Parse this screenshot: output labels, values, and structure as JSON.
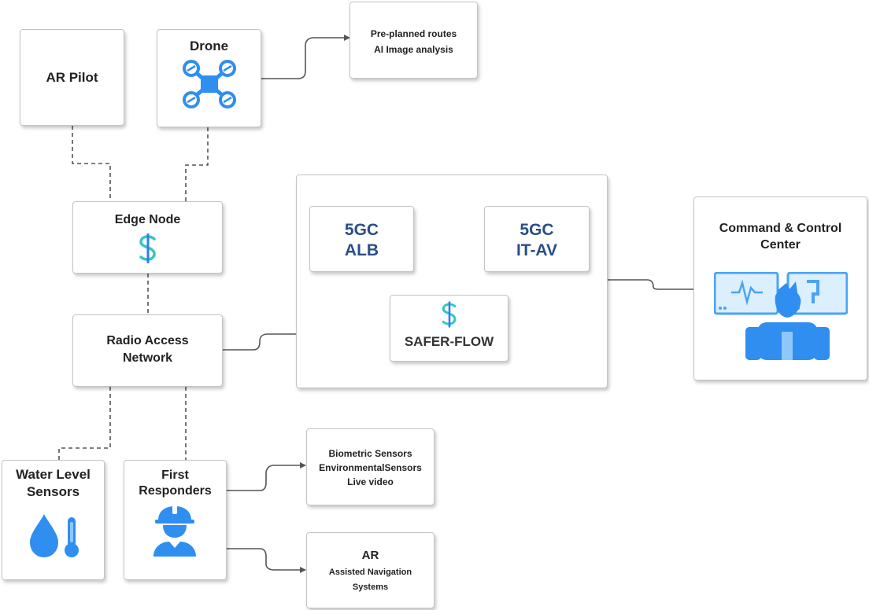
{
  "colors": {
    "icon_blue": "#2f8ef0",
    "logo_teal": "#36c5c5",
    "logo_blue": "#2d7ff0",
    "title_blue": "#2a4e86",
    "connector": "#555555"
  },
  "nodes": {
    "ar_pilot": {
      "label": "AR Pilot"
    },
    "drone": {
      "label": "Drone",
      "icon": "drone-icon"
    },
    "drone_features": {
      "lines": [
        "Pre-planned routes",
        "AI Image analysis"
      ]
    },
    "edge_node": {
      "label": "Edge Node",
      "icon": "safer-flow-logo-icon"
    },
    "ran": {
      "lines": [
        "Radio Access",
        "Network"
      ]
    },
    "core": {
      "alb": {
        "lines": [
          "5GC",
          "ALB"
        ]
      },
      "itav": {
        "lines": [
          "5GC",
          "IT-AV"
        ]
      },
      "safer_flow": {
        "label": "SAFER-FLOW",
        "icon": "safer-flow-logo-icon"
      }
    },
    "command_center": {
      "lines": [
        "Command & Control",
        "Center"
      ],
      "icon": "operator-monitors-icon"
    },
    "water_sensors": {
      "lines": [
        "Water Level",
        "Sensors"
      ],
      "icon": "water-drop-thermometer-icon"
    },
    "first_responders": {
      "lines": [
        "First",
        "Responders"
      ],
      "icon": "hardhat-worker-icon"
    },
    "responder_sensors": {
      "lines": [
        "Biometric Sensors",
        "EnvironmentalSensors",
        "Live video"
      ]
    },
    "ar_navigation": {
      "title": "AR",
      "lines": [
        "Assisted Navigation",
        "Systems"
      ]
    }
  }
}
